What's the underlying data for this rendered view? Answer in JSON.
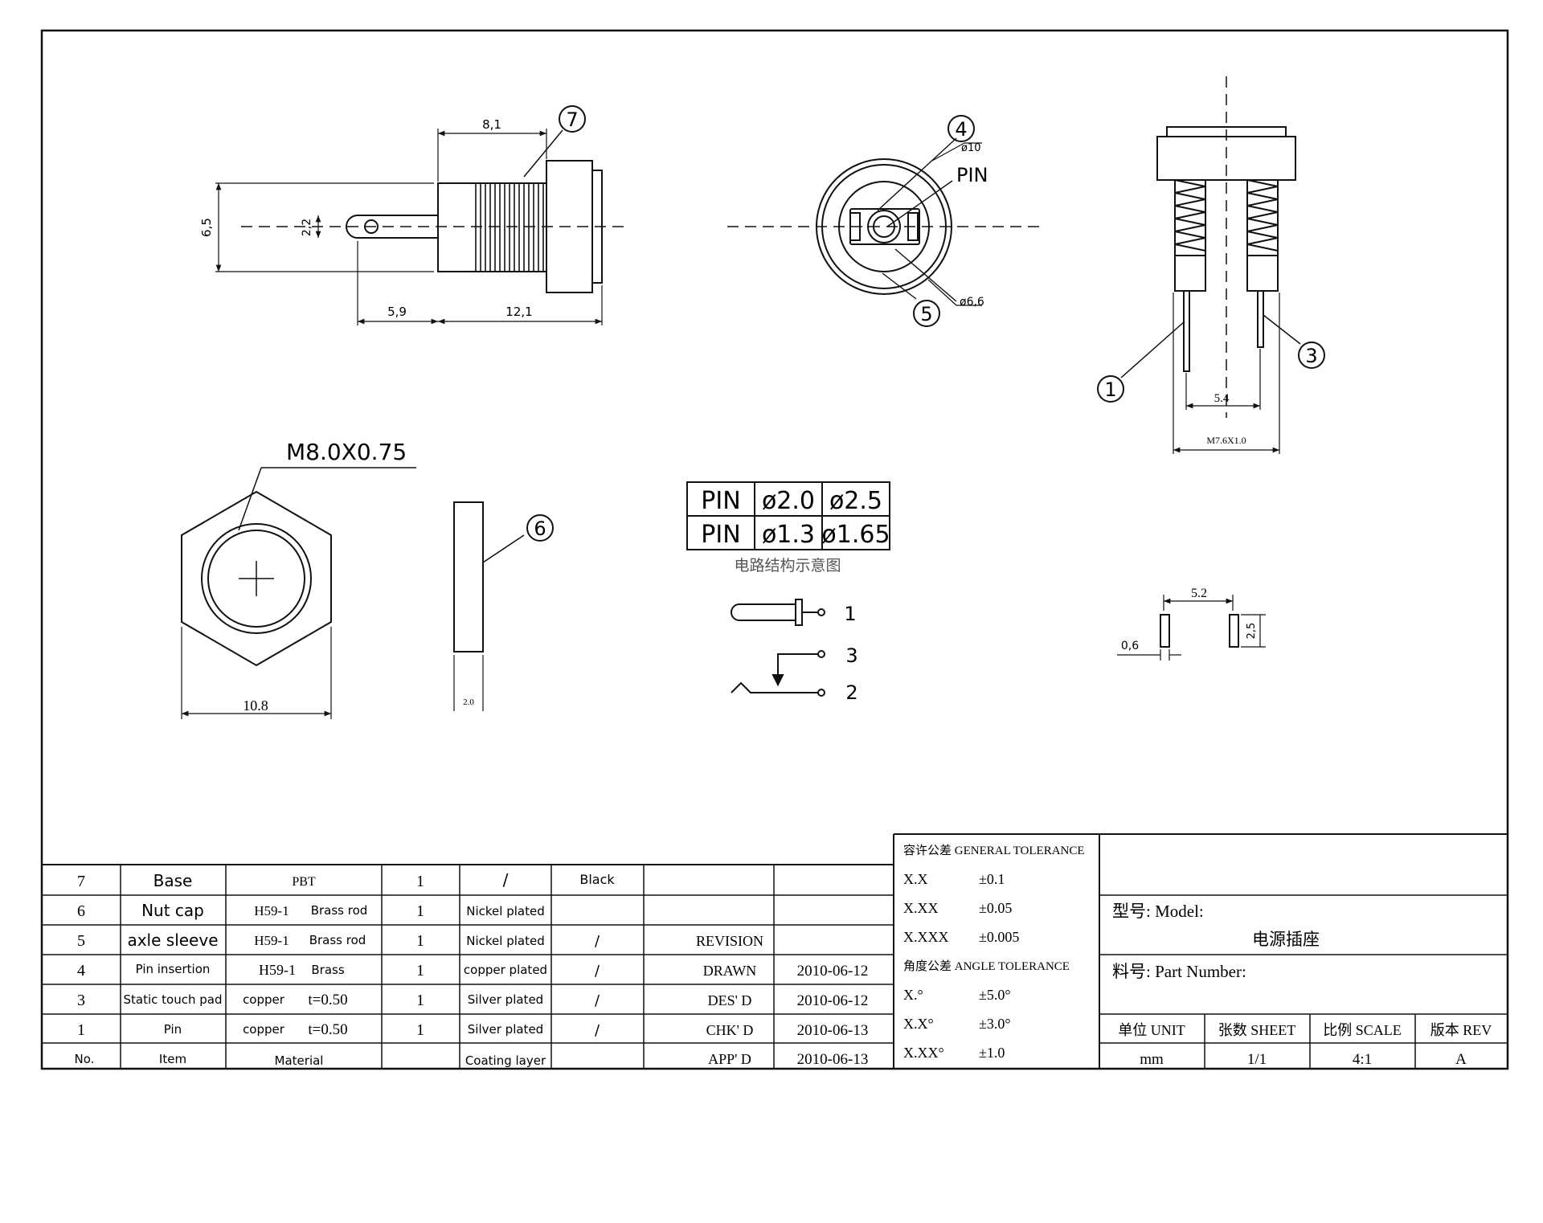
{
  "drawing": {
    "view_front": {
      "dim_length": "8,1",
      "dim_height": "6,5",
      "dim_pin": "2,2",
      "dim_pin_len": "5,9",
      "dim_body_len": "12,1",
      "callout": "7"
    },
    "view_end": {
      "callout_top": "4",
      "callout_bottom": "5",
      "dim_outer": "ø10",
      "dim_inner": "ø6,6",
      "pin_label": "PIN"
    },
    "view_side": {
      "callout_left": "1",
      "callout_right": "3",
      "dim_spacing": "5.4",
      "dim_thread": "M7.6X1.0"
    },
    "nut": {
      "thread": "M8.0X0.75",
      "width": "10.8"
    },
    "washer": {
      "callout": "6",
      "thickness": "2.0"
    },
    "pin_table": {
      "rows": [
        [
          "PIN",
          "ø2.0",
          "ø2.5"
        ],
        [
          "PIN",
          "ø1.3",
          "ø1.65"
        ]
      ]
    },
    "schematic": {
      "title": "电路结构示意图",
      "labels": [
        "1",
        "3",
        "2"
      ]
    },
    "footprint": {
      "spacing": "5.2",
      "width": "0,6",
      "height": "2,5"
    }
  },
  "bom": {
    "rows": [
      {
        "no": "7",
        "item": "Base",
        "mat_a": "PBT",
        "mat_b": "",
        "qty": "1",
        "coat_a": "/",
        "coat_b": "Black"
      },
      {
        "no": "6",
        "item": "Nut cap",
        "mat_a": "H59-1",
        "mat_b": "Brass rod",
        "qty": "1",
        "coat_a": "Nickel plated",
        "coat_b": ""
      },
      {
        "no": "5",
        "item": "axle sleeve",
        "mat_a": "H59-1",
        "mat_b": "Brass rod",
        "qty": "1",
        "coat_a": "Nickel plated",
        "coat_b": "/"
      },
      {
        "no": "4",
        "item": "Pin insertion",
        "mat_a": "H59-1",
        "mat_b": "Brass",
        "qty": "1",
        "coat_a": "copper plated",
        "coat_b": "/"
      },
      {
        "no": "3",
        "item": "Static touch pad",
        "mat_a": "copper",
        "mat_b": "t=0.50",
        "qty": "1",
        "coat_a": "Silver plated",
        "coat_b": "/"
      },
      {
        "no": "1",
        "item": "Pin",
        "mat_a": "copper",
        "mat_b": "t=0.50",
        "qty": "1",
        "coat_a": "Silver plated",
        "coat_b": "/"
      }
    ],
    "header": {
      "no": "No.",
      "item": "Item",
      "material": "Material",
      "coating": "Coating layer"
    }
  },
  "revision": {
    "rows": [
      {
        "label": "REVISION",
        "date": ""
      },
      {
        "label": "DRAWN",
        "date": "2010-06-12"
      },
      {
        "label": "DES' D",
        "date": "2010-06-12"
      },
      {
        "label": "CHK' D",
        "date": "2010-06-13"
      },
      {
        "label": "APP' D",
        "date": "2010-06-13"
      }
    ]
  },
  "tolerance": {
    "general_title": "容许公差  GENERAL TOLERANCE",
    "general": [
      [
        "X.X",
        "±0.1"
      ],
      [
        "X.XX",
        "±0.05"
      ],
      [
        "X.XXX",
        "±0.005"
      ]
    ],
    "angle_title": "角度公差  ANGLE TOLERANCE",
    "angle": [
      [
        "X.°",
        "±5.0°"
      ],
      [
        "X.X°",
        "±3.0°"
      ],
      [
        "X.XX°",
        "±1.0"
      ]
    ]
  },
  "title_block": {
    "model_label": "型号: Model:",
    "model_value": "电源插座",
    "part_label": "料号: Part Number:",
    "cols": [
      "单位 UNIT",
      "张数 SHEET",
      "比例 SCALE",
      "版本 REV"
    ],
    "vals": [
      "mm",
      "1/1",
      "4:1",
      "A"
    ]
  }
}
